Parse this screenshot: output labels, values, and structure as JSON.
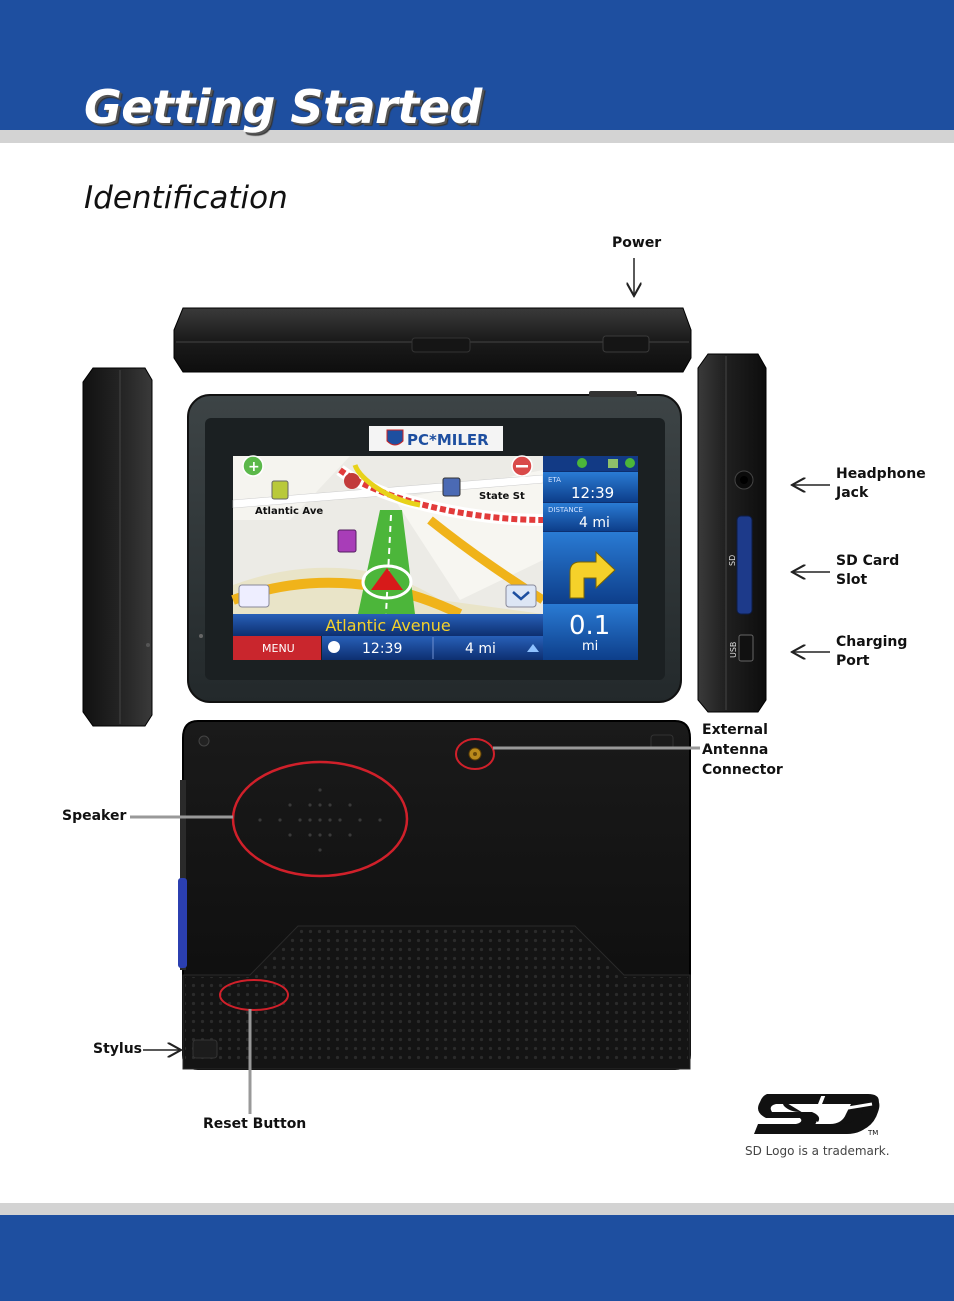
{
  "header": {
    "title": "Getting Started"
  },
  "section": {
    "title": "Identification"
  },
  "labels": {
    "power": "Power",
    "headphone": [
      "Headphone",
      "Jack"
    ],
    "sd_slot": [
      "SD Card",
      "Slot"
    ],
    "charging": [
      "Charging",
      "Port"
    ],
    "antenna": [
      "External",
      "Antenna",
      "Connector"
    ],
    "speaker": "Speaker",
    "stylus": "Stylus",
    "reset": "Reset Button"
  },
  "device_screen": {
    "brand": "PC*MILER",
    "streets": [
      "Atlantic Ave",
      "State St"
    ],
    "current_street": "Atlantic Avenue",
    "menu_label": "MENU",
    "time": "12:39",
    "distance_bottom": "4 mi",
    "eta_label": "ETA",
    "eta_value": "12:39",
    "distance_label": "DISTANCE",
    "distance_value": "4 mi",
    "turn_distance": "0.1",
    "turn_unit": "mi"
  },
  "side_ports": {
    "sd": "SD",
    "usb": "USB"
  },
  "sd_logo": {
    "trademark": "TM",
    "caption": "SD Logo is a trademark."
  },
  "colors": {
    "brand_blue": "#1e4fa0",
    "strip_gray": "#d3d3d3",
    "highlight_red": "#d0202a"
  }
}
